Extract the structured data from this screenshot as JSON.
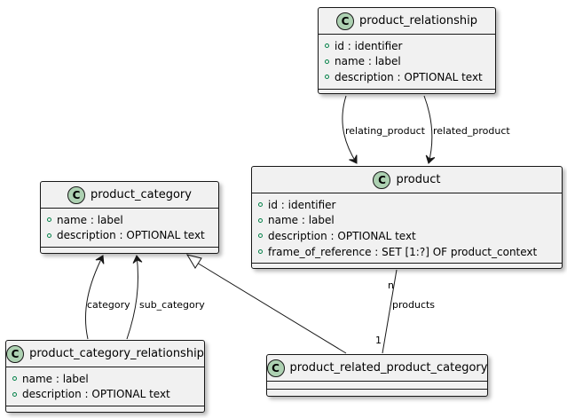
{
  "classes": {
    "product_relationship": {
      "name": "product_relationship",
      "attributes": [
        "id : identifier",
        "name : label",
        "description : OPTIONAL text"
      ]
    },
    "product": {
      "name": "product",
      "attributes": [
        "id : identifier",
        "name : label",
        "description : OPTIONAL text",
        "frame_of_reference : SET [1:?] OF product_context"
      ]
    },
    "product_category": {
      "name": "product_category",
      "attributes": [
        "name : label",
        "description : OPTIONAL text"
      ]
    },
    "product_category_relationship": {
      "name": "product_category_relationship",
      "attributes": [
        "name : label",
        "description : OPTIONAL text"
      ]
    },
    "product_related_product_category": {
      "name": "product_related_product_category",
      "attributes": []
    }
  },
  "class_icon_letter": "C",
  "relations": {
    "relating_product": "relating_product",
    "related_product": "related_product",
    "category": "category",
    "sub_category": "sub_category",
    "products": "products",
    "products_mult_product": "n",
    "products_mult_category": "1"
  },
  "colors": {
    "class_fill": "#f1f1f1",
    "class_border": "#181818",
    "icon_fill": "#add1b2",
    "visibility_marker": "#038048",
    "edge": "#181818"
  }
}
